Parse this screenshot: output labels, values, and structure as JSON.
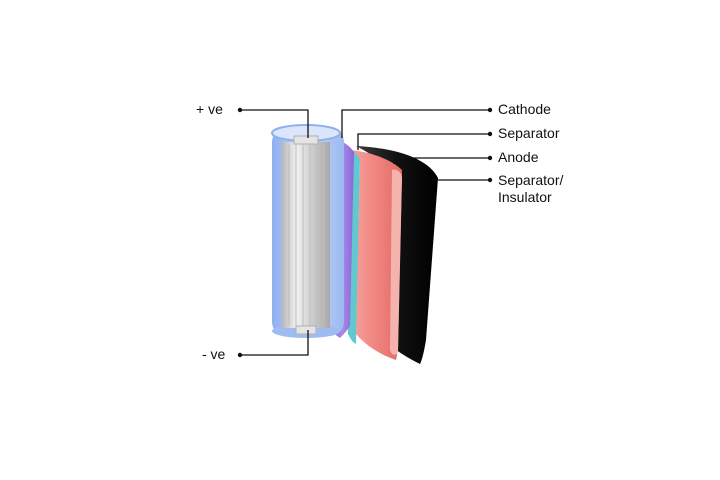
{
  "labels": {
    "positive_terminal": "+ ve",
    "negative_terminal": "- ve",
    "cathode": "Cathode",
    "separator": "Separator",
    "anode": "Anode",
    "separator_insulator": "Separator/\nInsulator"
  },
  "colors": {
    "casing_blue": "#a9c3f0",
    "core_silver": "#d9d9d9",
    "cathode_purple": "#9a78e0",
    "separator_teal": "#5fc8cf",
    "anode_pink": "#f08a86",
    "insulator_black": "#111111",
    "leader_line": "#111111"
  }
}
